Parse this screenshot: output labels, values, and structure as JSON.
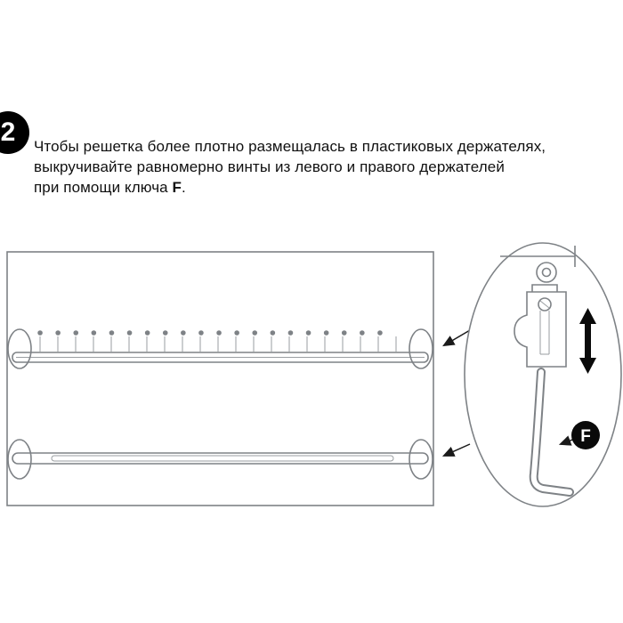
{
  "step": {
    "number": "2"
  },
  "instruction": {
    "line1": "Чтобы решетка более плотно размещалась в пластиковых держателях,",
    "line2": "выкручивайте равномерно винты из левого и правого держателей",
    "line3_prefix": "при помощи ключа ",
    "key_name": "F",
    "line3_suffix": "."
  },
  "callout": {
    "key_badge_label": "F"
  },
  "colors": {
    "line_gray": "#7e8286",
    "ink_black": "#0a0a0a",
    "background": "#ffffff"
  }
}
